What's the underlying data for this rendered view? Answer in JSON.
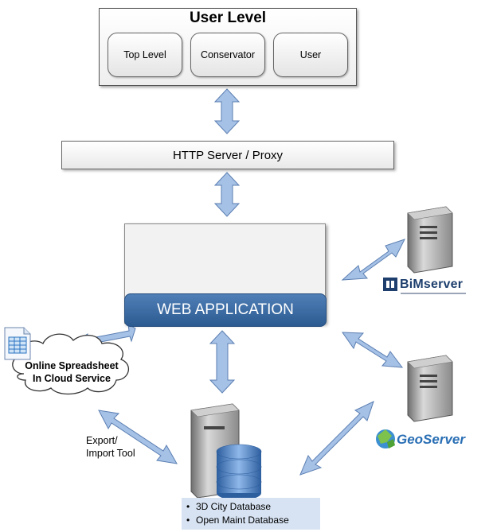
{
  "user_level": {
    "title": "User Level",
    "roles": [
      "Top Level",
      "Conservator",
      "User"
    ]
  },
  "http_server": {
    "label": "HTTP Server / Proxy"
  },
  "web_app": {
    "label": "WEB APPLICATION"
  },
  "cloud": {
    "line1": "Online Spreadsheet",
    "line2": "In Cloud Service"
  },
  "export_tool": {
    "line1": "Export/",
    "line2": "Import Tool"
  },
  "databases": [
    "3D City Database",
    "Open Maint Database"
  ],
  "bimserver": {
    "brand": "BiMserver"
  },
  "geoserver": {
    "brand": "GeoServer"
  },
  "colors": {
    "arrow_fill": "#a6c1e6",
    "arrow_stroke": "#5b7fb2",
    "webapp_label": "#3a6aa4",
    "db_list_bg": "#d7e3f3"
  }
}
